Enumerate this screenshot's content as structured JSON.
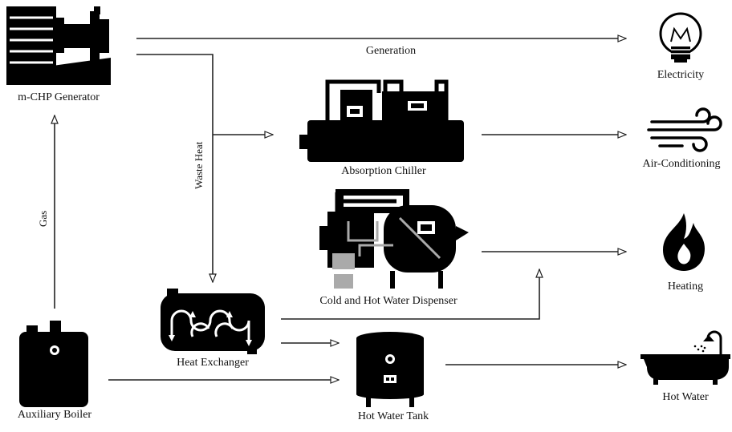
{
  "labels": {
    "generator": "m-CHP Generator",
    "boiler": "Auxiliary Boiler",
    "heat_exchanger": "Heat Exchanger",
    "absorption_chiller": "Absorption Chiller",
    "dispenser": "Cold and Hot Water Dispenser",
    "tank": "Hot Water Tank",
    "electricity": "Electricity",
    "air_conditioning": "Air-Conditioning",
    "heating": "Heating",
    "hot_water": "Hot Water"
  },
  "flows": {
    "generation": "Generation",
    "waste_heat": "Waste Heat",
    "gas": "Gas"
  },
  "icons": {
    "generator": "generator-icon",
    "boiler": "boiler-icon",
    "heat_exchanger": "heat-exchanger-icon",
    "absorption_chiller": "absorption-chiller-icon",
    "dispenser": "water-dispenser-icon",
    "tank": "hot-water-tank-icon",
    "electricity": "light-bulb-icon",
    "air_conditioning": "wind-icon",
    "heating": "flame-icon",
    "hot_water": "bathtub-icon"
  },
  "colors": {
    "ink": "#000000",
    "line": "#222222",
    "accent_gray": "#aaaaaa"
  }
}
